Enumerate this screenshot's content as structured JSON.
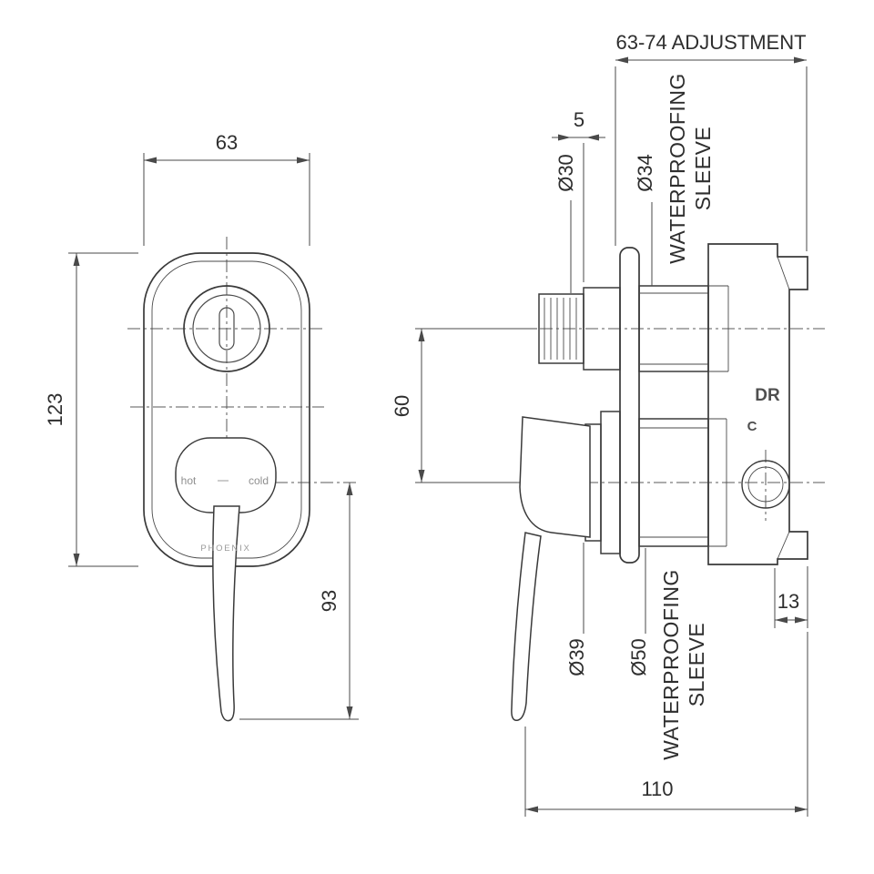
{
  "front_view": {
    "dim_width": "63",
    "dim_height": "123",
    "dim_handle": "93",
    "label_hot": "hot",
    "label_cold": "cold",
    "brand": "PHOENIX"
  },
  "side_view": {
    "dim_adjustment": "63-74 ADJUSTMENT",
    "dim_gap": "5",
    "dim_thread_dia": "Ø30",
    "dim_sleeve_top_dia": "Ø34",
    "sleeve_top_line1": "WATERPROOFING",
    "sleeve_top_line2": "SLEEVE",
    "dim_spacing": "60",
    "dim_cartridge_dia": "Ø39",
    "dim_sleeve_bottom_dia": "Ø50",
    "sleeve_bottom_line1": "WATERPROOFING",
    "sleeve_bottom_line2": "SLEEVE",
    "dim_offset": "13",
    "dim_depth": "110",
    "label_dr": "DR",
    "label_c": "C"
  },
  "colors": {
    "ink": "#3a3a3a",
    "dim_ink": "#4a4a4a",
    "muted_text": "#8f8f8f",
    "background": "#ffffff"
  }
}
